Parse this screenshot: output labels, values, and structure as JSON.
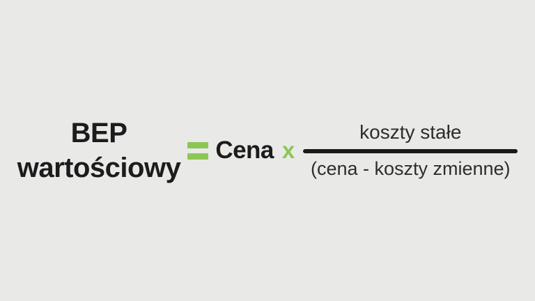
{
  "formula": {
    "title_line1": "BEP",
    "title_line2": "wartościowy",
    "equals": "=",
    "factor": "Cena",
    "multiply": "x",
    "numerator": "koszty stałe",
    "denominator": "(cena - koszty zmienne)"
  },
  "colors": {
    "background": "#e9e9e8",
    "text": "#1c1c1c",
    "fraction_text": "#2d2d2d",
    "accent_green": "#8dc653",
    "fraction_line": "#1a1a1a"
  }
}
